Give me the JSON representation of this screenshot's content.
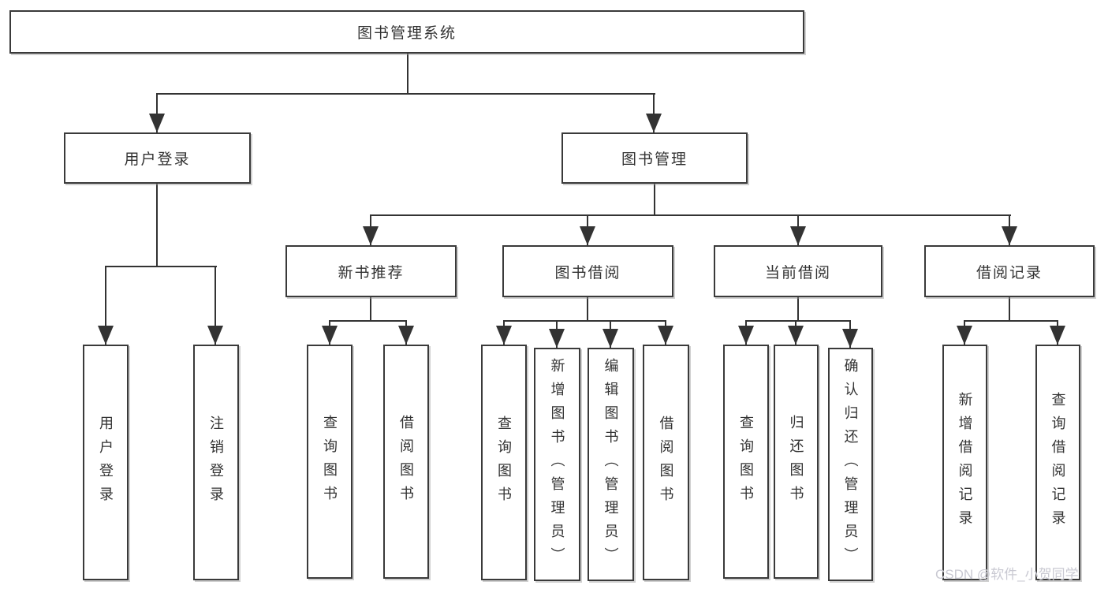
{
  "palette": {
    "line": "#333333",
    "box_border": "#3a3a3a",
    "box_background": "#ffffff",
    "text": "#333333",
    "watermark": "#c9c9d2"
  },
  "tree": {
    "root": {
      "label": "图书管理系统"
    },
    "branches": [
      {
        "label": "用户登录",
        "children": [
          {
            "label": "用户登录"
          },
          {
            "label": "注销登录"
          }
        ]
      },
      {
        "label": "图书管理",
        "groups": [
          {
            "label": "新书推荐",
            "children": [
              {
                "label": "查询图书"
              },
              {
                "label": "借阅图书"
              }
            ]
          },
          {
            "label": "图书借阅",
            "children": [
              {
                "label": "查询图书"
              },
              {
                "label": "新增图书（管理员）"
              },
              {
                "label": "编辑图书（管理员）"
              },
              {
                "label": "借阅图书"
              }
            ]
          },
          {
            "label": "当前借阅",
            "children": [
              {
                "label": "查询图书"
              },
              {
                "label": "归还图书"
              },
              {
                "label": "确认归还（管理员）"
              }
            ]
          },
          {
            "label": "借阅记录",
            "children": [
              {
                "label": "新增借阅记录"
              },
              {
                "label": "查询借阅记录"
              }
            ]
          }
        ]
      }
    ]
  },
  "watermark": {
    "text": "CSDN @软件_小贺同学"
  }
}
